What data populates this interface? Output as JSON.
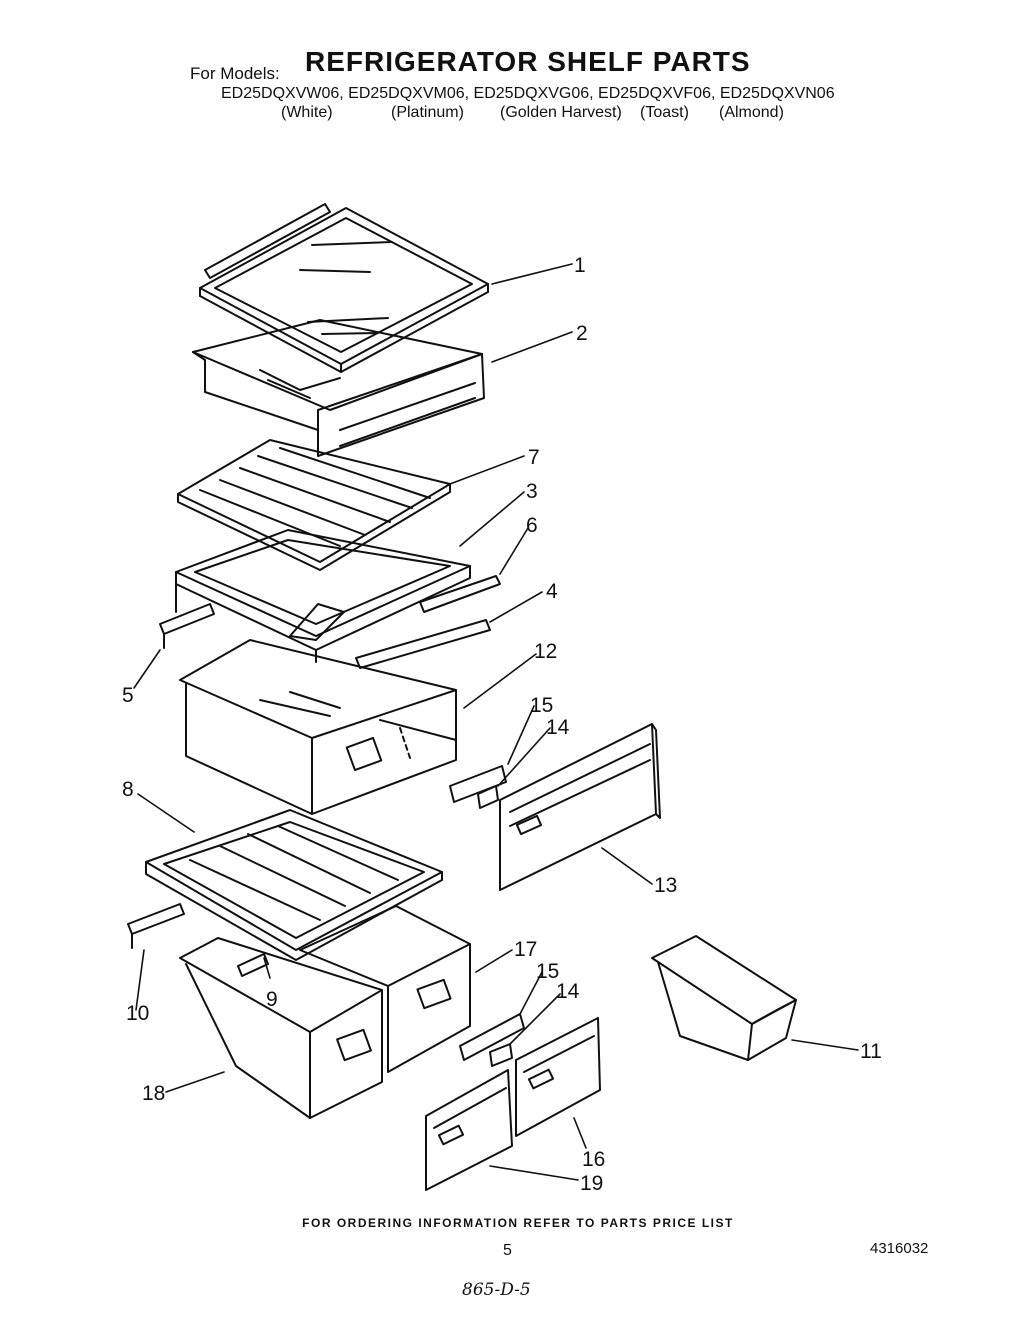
{
  "header": {
    "for_models_label": "For Models:",
    "title": "REFRIGERATOR SHELF PARTS",
    "models": "ED25DQXVW06, ED25DQXVM06, ED25DQXVG06, ED25DQXVF06, ED25DQXVN06",
    "colors": [
      "(White)",
      "(Platinum)",
      "(Golden Harvest)",
      "(Toast)",
      "(Almond)"
    ]
  },
  "callouts": [
    "1",
    "2",
    "7",
    "3",
    "6",
    "4",
    "12",
    "5",
    "15",
    "14",
    "8",
    "13",
    "17",
    "15",
    "14",
    "10",
    "9",
    "11",
    "18",
    "16",
    "19"
  ],
  "footer": {
    "note": "FOR ORDERING INFORMATION REFER TO PARTS PRICE LIST",
    "page_number": "5",
    "doc_number": "4316032",
    "handwritten": "865-D-5"
  }
}
